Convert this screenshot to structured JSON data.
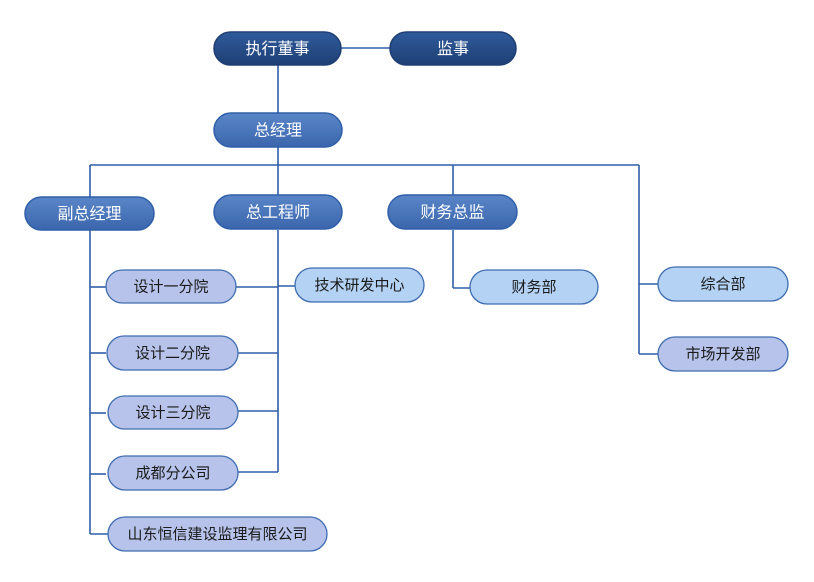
{
  "diagram": {
    "nodes": {
      "executive_director": "执行董事",
      "supervisor": "监事",
      "general_manager": "总经理",
      "deputy_general_manager": "副总经理",
      "chief_engineer": "总工程师",
      "finance_director": "财务总监",
      "design_branch_1": "设计一分院",
      "design_branch_2": "设计二分院",
      "design_branch_3": "设计三分院",
      "chengdu_branch": "成都分公司",
      "shandong_hengxin": "山东恒信建设监理有限公司",
      "tech_rd_center": "技术研发中心",
      "finance_department": "财务部",
      "general_department": "综合部",
      "market_development_department": "市场开发部"
    },
    "colors": {
      "dark_fill_top": "#2f5b9c",
      "dark_fill_bottom": "#1e3f74",
      "mid_fill_top": "#5a86c8",
      "mid_fill_bottom": "#3b66ad",
      "lavender_fill": "#b7c3ea",
      "light_blue_fill": "#b3d2f4",
      "node_border": "#3f6db0",
      "connector": "#2f5fa8"
    }
  }
}
